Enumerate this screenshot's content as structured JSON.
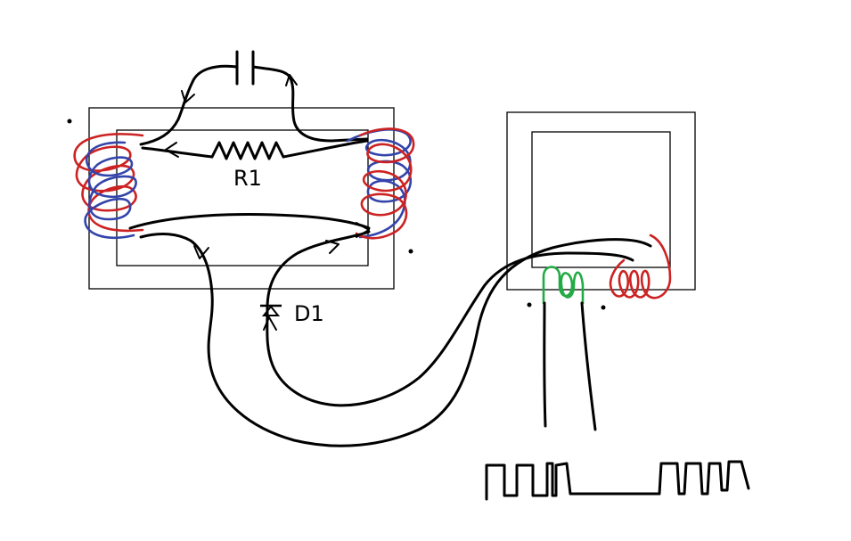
{
  "labels": {
    "resistor": "R1",
    "diode": "D1"
  },
  "colors": {
    "wire": "#000000",
    "primary_coil_red": "#cc2222",
    "primary_coil_blue": "#3344aa",
    "secondary_coil_green": "#22aa44",
    "secondary_coil_red": "#cc2222",
    "background": "#ffffff"
  },
  "components": [
    "left-transformer-core",
    "right-transformer-core",
    "capacitor",
    "resistor",
    "diode",
    "left-coil-red",
    "left-coil-blue",
    "right-coil-red",
    "right-coil-blue",
    "secondary-coil-green",
    "secondary-coil-red",
    "square-wave"
  ]
}
